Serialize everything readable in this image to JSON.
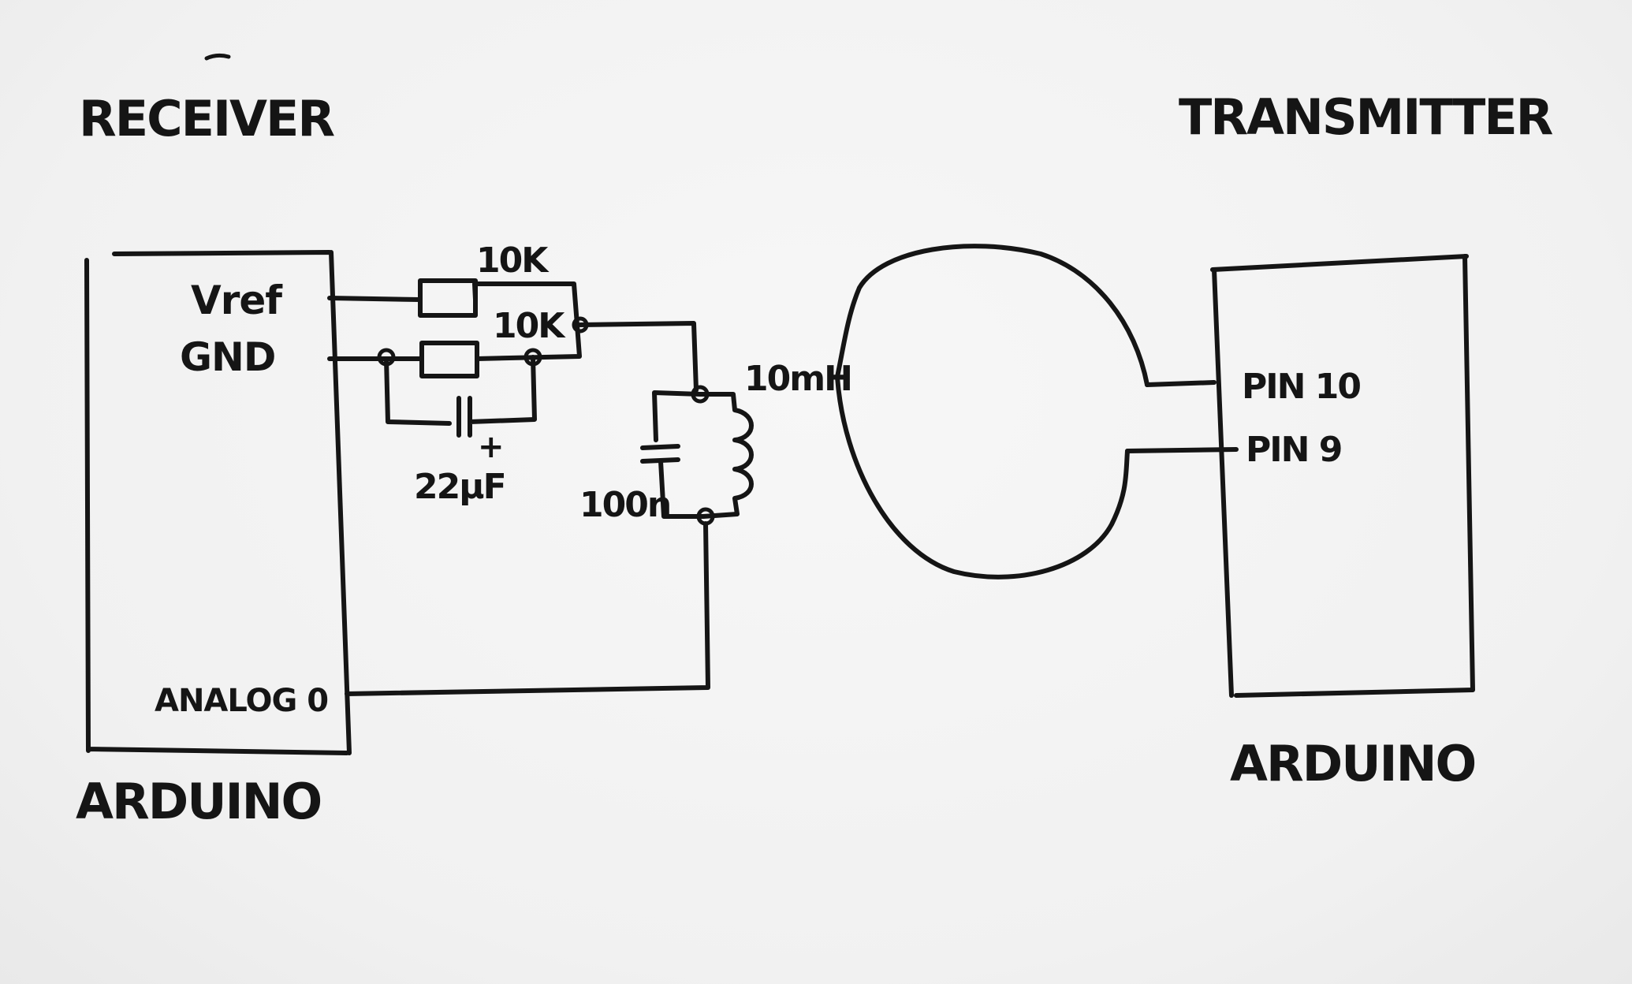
{
  "receiver": {
    "title": "RECEIVER",
    "board_label": "ARDUINO",
    "pins": {
      "vref": "Vref",
      "gnd": "GND",
      "analog": "ANALOG 0"
    }
  },
  "transmitter": {
    "title": "TRANSMITTER",
    "board_label": "ARDUINO",
    "pins": {
      "pin10": "PIN 10",
      "pin9": "PIN 9"
    }
  },
  "components": {
    "resistor_top": "10K",
    "resistor_bottom": "10K",
    "electrolytic_cap": "22μF",
    "electrolytic_cap_polarity": "+",
    "tank_cap": "100n",
    "inductor": "10mH"
  }
}
